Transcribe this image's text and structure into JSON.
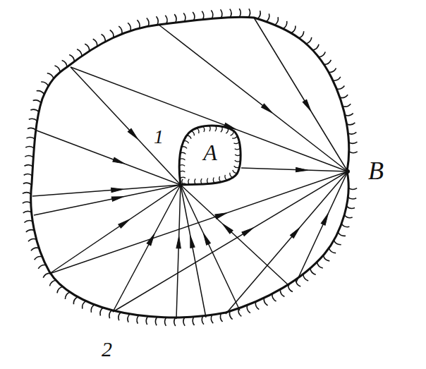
{
  "diagram": {
    "nodes": [
      {
        "text": [
          "A"
        ]
      }
    ],
    "labels": [
      "1",
      "2",
      "B"
    ]
  }
}
